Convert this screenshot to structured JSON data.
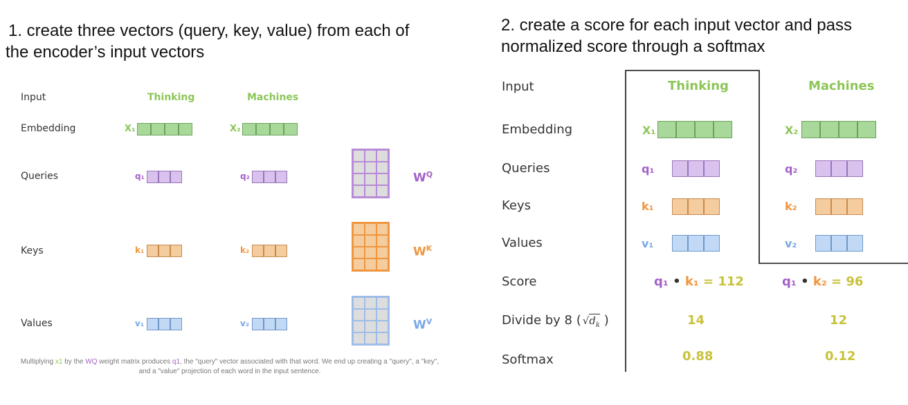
{
  "left": {
    "heading_line1": "1. create three vectors (query, key, value) from each of",
    "heading_line2": "the encoder’s input vectors",
    "rows": {
      "input": "Input",
      "embedding": "Embedding",
      "queries": "Queries",
      "keys": "Keys",
      "values": "Values"
    },
    "words": [
      "Thinking",
      "Machines"
    ],
    "vectors": {
      "x1": "X₁",
      "x2": "X₂",
      "q1": "q₁",
      "q2": "q₂",
      "k1": "k₁",
      "k2": "k₂",
      "v1": "v₁",
      "v2": "v₂"
    },
    "matrices": {
      "wq": "W",
      "wq_sup": "Q",
      "wk": "W",
      "wk_sup": "K",
      "wv": "W",
      "wv_sup": "V"
    },
    "caption": {
      "p1": "Multiplying ",
      "x1": "x1",
      "p2": " by the ",
      "wq": "WQ",
      "p3": " weight matrix produces ",
      "q1": "q1",
      "p4": ", the \"query\" vector associated with that word. We end up creating a \"query\", a \"key\",",
      "line2": "and a \"value\" projection of each word in the input sentence."
    }
  },
  "right": {
    "heading_line1": "2. create a score for each input vector and pass",
    "heading_line2": "normalized score through a softmax",
    "rows": {
      "input": "Input",
      "embedding": "Embedding",
      "queries": "Queries",
      "keys": "Keys",
      "values": "Values",
      "score": "Score",
      "divide": "Divide by 8 (",
      "divide_sqrt": "√",
      "divide_dk": "d",
      "divide_k": "k",
      "divide_close": ")",
      "softmax": "Softmax"
    },
    "words": [
      "Thinking",
      "Machines"
    ],
    "vectors": {
      "x1": "X₁",
      "x2": "X₂",
      "q1": "q₁",
      "q2": "q₂",
      "k1": "k₁",
      "k2": "k₂",
      "v1": "v₁",
      "v2": "v₂"
    },
    "scores": [
      {
        "q": "q₁",
        "dot": "•",
        "k": "k₁",
        "eq": "= 112",
        "divided": "14",
        "softmax": "0.88"
      },
      {
        "q": "q₁",
        "dot": "•",
        "k": "k₂",
        "eq": "= 96",
        "divided": "12",
        "softmax": "0.12"
      }
    ]
  },
  "colors": {
    "green": "#8dc657",
    "purple": "#a561c8",
    "orange": "#f0963f",
    "blue": "#7aa7e6",
    "yellow": "#c8c23a",
    "green_fill": "#a8d99a",
    "purple_fill": "#d9c2ee",
    "orange_fill": "#f4cc9e",
    "blue_fill": "#c2d9f5",
    "grey_fill": "#dddddd"
  }
}
